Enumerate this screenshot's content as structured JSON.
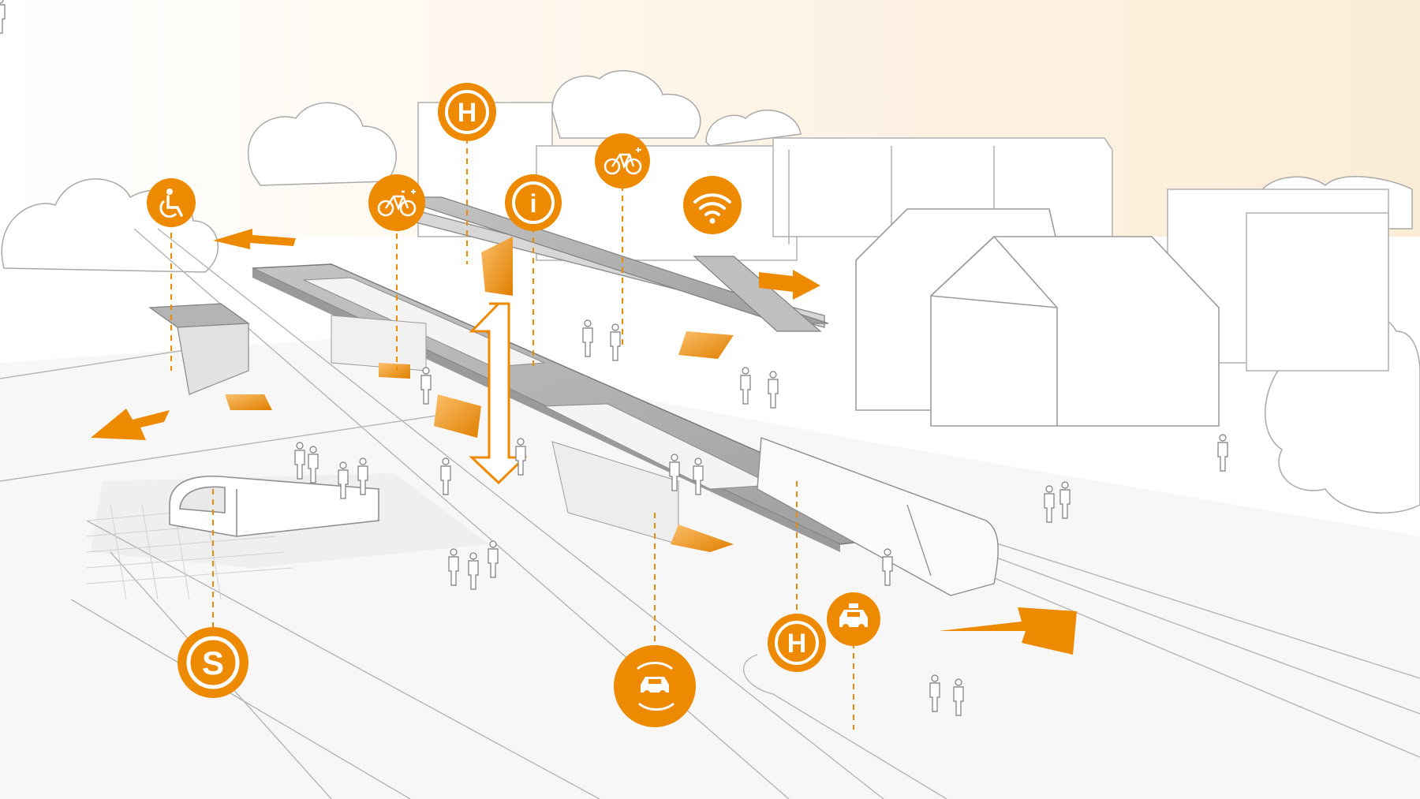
{
  "colors": {
    "accent": "#ee8a00",
    "accent_light": "#f6b44d",
    "line": "#b9b9b9",
    "line_dark": "#8a8a8a",
    "roof": "#a9a9a9",
    "roof_light": "#cfcfcf",
    "ground": "#f3f3f3",
    "sky_tint": "#fbeedb"
  },
  "icons": [
    {
      "id": "wheelchair",
      "name": "wheelchair-icon"
    },
    {
      "id": "bus_stop_top",
      "name": "bus-stop-icon",
      "label": "H"
    },
    {
      "id": "bike_left",
      "name": "bike-sharing-icon"
    },
    {
      "id": "info",
      "name": "info-icon",
      "label": "i"
    },
    {
      "id": "bike_right",
      "name": "e-bike-icon"
    },
    {
      "id": "wifi",
      "name": "wifi-icon"
    },
    {
      "id": "s_bahn",
      "name": "s-bahn-icon",
      "label": "S"
    },
    {
      "id": "car_sharing",
      "name": "car-sharing-icon"
    },
    {
      "id": "bus_stop_bottom",
      "name": "bus-stop-icon",
      "label": "H"
    },
    {
      "id": "taxi",
      "name": "taxi-icon"
    }
  ]
}
